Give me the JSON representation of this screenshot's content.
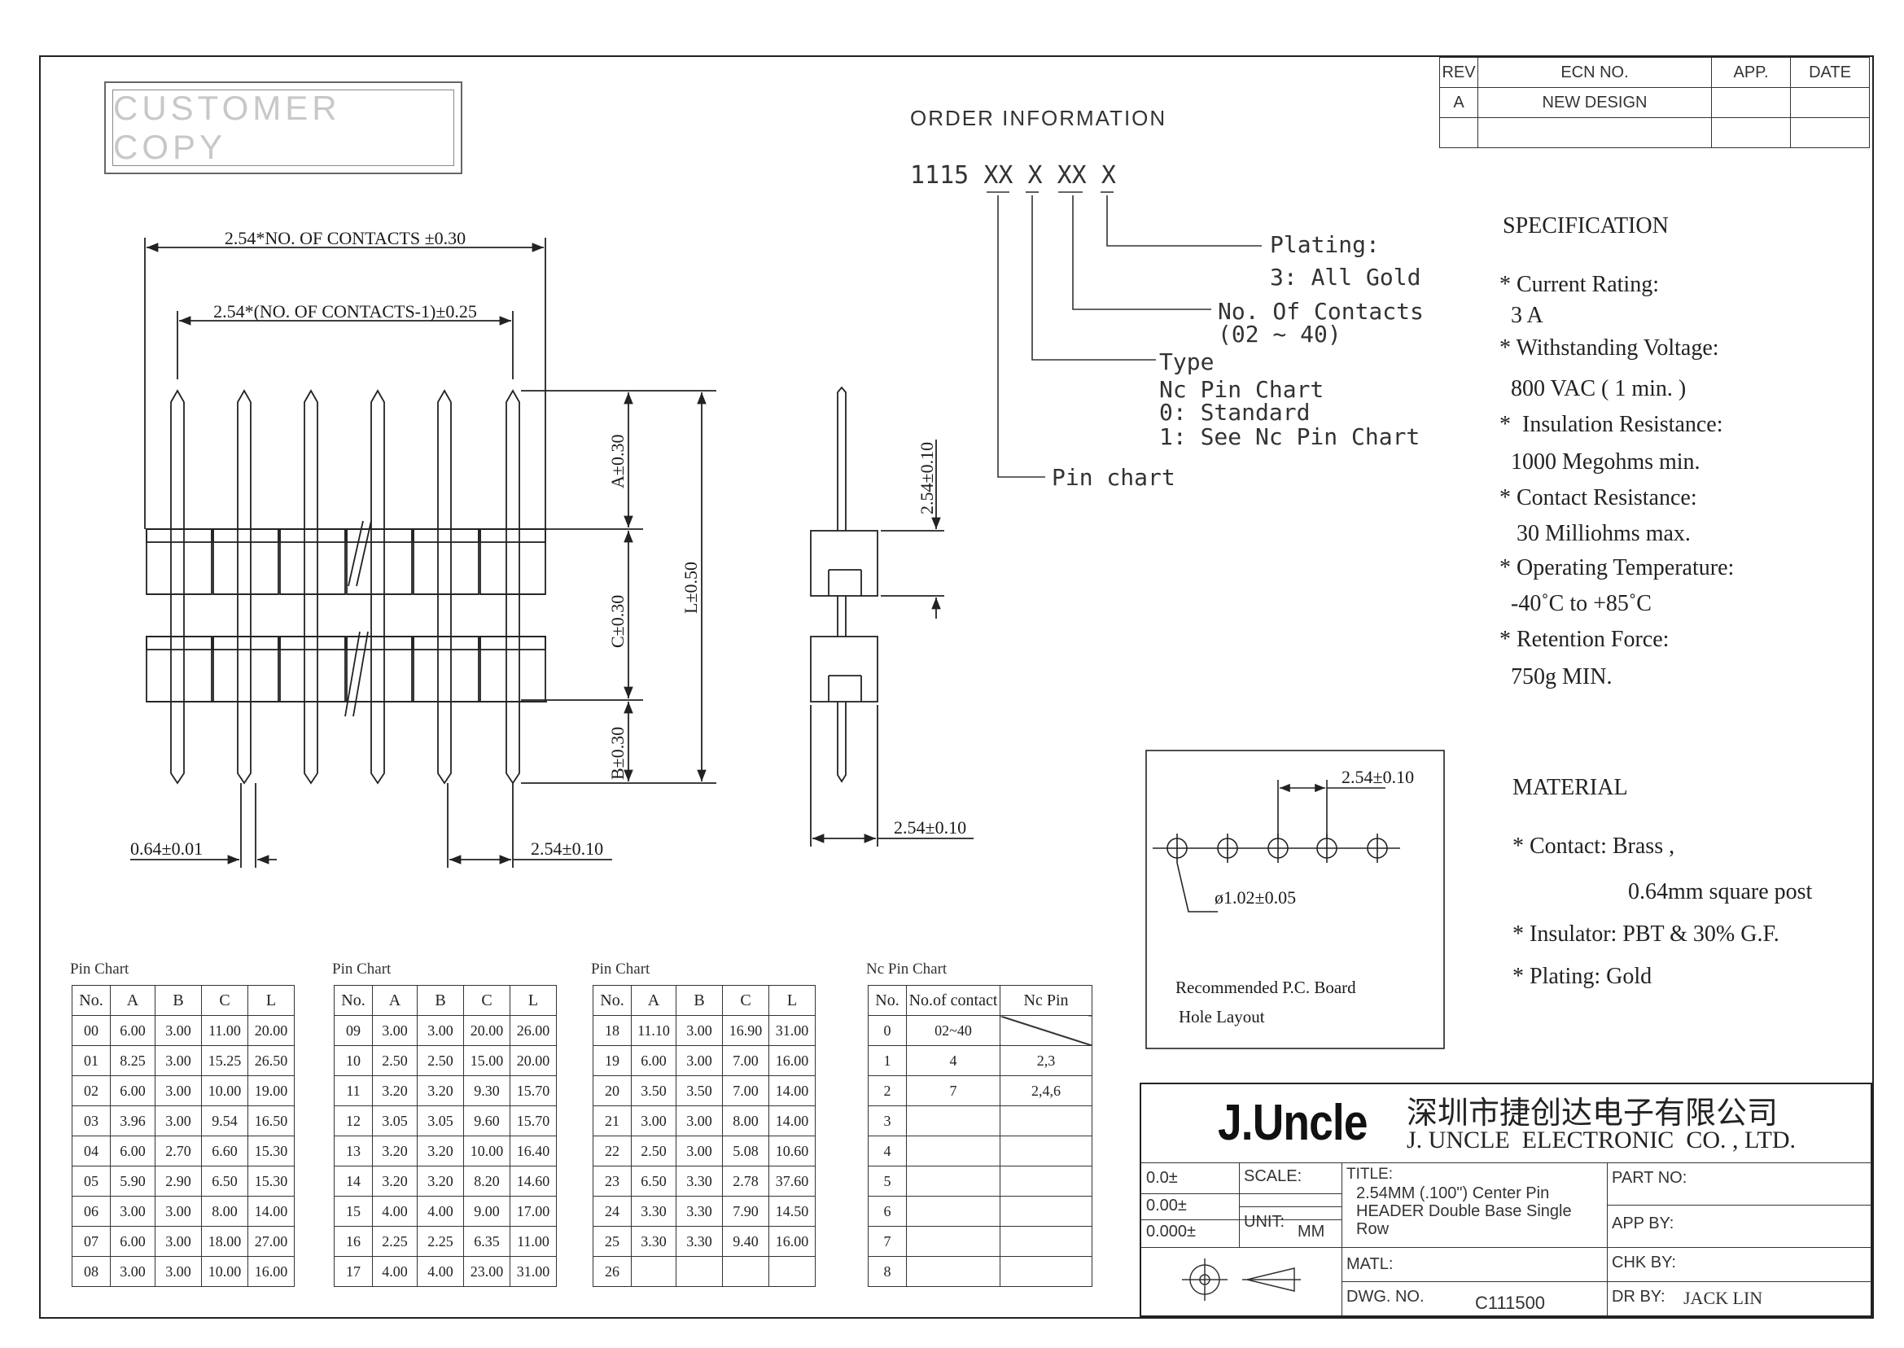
{
  "customer_copy": "CUSTOMER COPY",
  "revision": {
    "headers": [
      "REV",
      "ECN NO.",
      "APP.",
      "DATE"
    ],
    "rows": [
      [
        "A",
        "NEW DESIGN",
        "",
        ""
      ],
      [
        "",
        "",
        "",
        ""
      ]
    ]
  },
  "order_info": {
    "title": "ORDER INFORMATION",
    "part_prefix": "1115",
    "code_parts": [
      "XX",
      "X",
      "XX",
      "X"
    ],
    "plating_title": "Plating:",
    "plating_value": "3: All Gold",
    "contacts_title": "No. Of Contacts",
    "contacts_range": "(02 ~ 40)",
    "type_title": "Type",
    "type_lines": [
      "Nc Pin Chart",
      "0: Standard",
      "1: See Nc Pin Chart"
    ],
    "pin_chart": "Pin chart"
  },
  "specification": {
    "title": "SPECIFICATION",
    "lines": [
      "* Current Rating:",
      "  3 A",
      "* Withstanding Voltage:",
      "  800 VAC ( 1 min. )",
      "*  Insulation Resistance:",
      "  1000 Megohms min.",
      "* Contact Resistance:",
      "   30 Milliohms max.",
      "* Operating Temperature:",
      "  -40˚C to +85˚C",
      "* Retention Force:",
      "  750g MIN."
    ]
  },
  "material": {
    "title": "MATERIAL",
    "lines": [
      "* Contact: Brass ,",
      "0.64mm square post",
      "* Insulator: PBT & 30% G.F.",
      "* Plating: Gold"
    ]
  },
  "drawing": {
    "dim_overall": "2.54*NO. OF CONTACTS ±0.30",
    "dim_pitch_total": "2.54*(NO. OF CONTACTS-1)±0.25",
    "dim_a": "A±0.30",
    "dim_c": "C±0.30",
    "dim_b": "B±0.30",
    "dim_l": "L±0.50",
    "dim_post": "0.64±0.01",
    "dim_pitch": "2.54±0.10",
    "side_dim_top": "2.54±0.10",
    "side_dim_bottom": "2.54±0.10"
  },
  "pcb": {
    "pitch": "2.54±0.10",
    "hole": "ø1.02±0.05",
    "caption_1": "Recommended P.C. Board",
    "caption_2": "Hole Layout"
  },
  "pin_chart_1": {
    "title": "Pin Chart",
    "headers": [
      "No.",
      "A",
      "B",
      "C",
      "L"
    ],
    "rows": [
      [
        "00",
        "6.00",
        "3.00",
        "11.00",
        "20.00"
      ],
      [
        "01",
        "8.25",
        "3.00",
        "15.25",
        "26.50"
      ],
      [
        "02",
        "6.00",
        "3.00",
        "10.00",
        "19.00"
      ],
      [
        "03",
        "3.96",
        "3.00",
        "9.54",
        "16.50"
      ],
      [
        "04",
        "6.00",
        "2.70",
        "6.60",
        "15.30"
      ],
      [
        "05",
        "5.90",
        "2.90",
        "6.50",
        "15.30"
      ],
      [
        "06",
        "3.00",
        "3.00",
        "8.00",
        "14.00"
      ],
      [
        "07",
        "6.00",
        "3.00",
        "18.00",
        "27.00"
      ],
      [
        "08",
        "3.00",
        "3.00",
        "10.00",
        "16.00"
      ]
    ]
  },
  "pin_chart_2": {
    "title": "Pin Chart",
    "headers": [
      "No.",
      "A",
      "B",
      "C",
      "L"
    ],
    "rows": [
      [
        "09",
        "3.00",
        "3.00",
        "20.00",
        "26.00"
      ],
      [
        "10",
        "2.50",
        "2.50",
        "15.00",
        "20.00"
      ],
      [
        "11",
        "3.20",
        "3.20",
        "9.30",
        "15.70"
      ],
      [
        "12",
        "3.05",
        "3.05",
        "9.60",
        "15.70"
      ],
      [
        "13",
        "3.20",
        "3.20",
        "10.00",
        "16.40"
      ],
      [
        "14",
        "3.20",
        "3.20",
        "8.20",
        "14.60"
      ],
      [
        "15",
        "4.00",
        "4.00",
        "9.00",
        "17.00"
      ],
      [
        "16",
        "2.25",
        "2.25",
        "6.35",
        "11.00"
      ],
      [
        "17",
        "4.00",
        "4.00",
        "23.00",
        "31.00"
      ]
    ]
  },
  "pin_chart_3": {
    "title": "Pin Chart",
    "headers": [
      "No.",
      "A",
      "B",
      "C",
      "L"
    ],
    "rows": [
      [
        "18",
        "11.10",
        "3.00",
        "16.90",
        "31.00"
      ],
      [
        "19",
        "6.00",
        "3.00",
        "7.00",
        "16.00"
      ],
      [
        "20",
        "3.50",
        "3.50",
        "7.00",
        "14.00"
      ],
      [
        "21",
        "3.00",
        "3.00",
        "8.00",
        "14.00"
      ],
      [
        "22",
        "2.50",
        "3.00",
        "5.08",
        "10.60"
      ],
      [
        "23",
        "6.50",
        "3.30",
        "2.78",
        "37.60"
      ],
      [
        "24",
        "3.30",
        "3.30",
        "7.90",
        "14.50"
      ],
      [
        "25",
        "3.30",
        "3.30",
        "9.40",
        "16.00"
      ],
      [
        "26",
        "",
        "",
        "",
        ""
      ]
    ]
  },
  "nc_pin_chart": {
    "title": "Nc Pin Chart",
    "headers": [
      "No.",
      "No.of contact",
      "Nc Pin"
    ],
    "rows": [
      [
        "0",
        "02~40",
        ""
      ],
      [
        "1",
        "4",
        "2,3"
      ],
      [
        "2",
        "7",
        "2,4,6"
      ],
      [
        "3",
        "",
        ""
      ],
      [
        "4",
        "",
        ""
      ],
      [
        "5",
        "",
        ""
      ],
      [
        "6",
        "",
        ""
      ],
      [
        "7",
        "",
        ""
      ],
      [
        "8",
        "",
        ""
      ]
    ]
  },
  "title_block": {
    "logo": "J.Uncle",
    "company_cn": "深圳市捷创达电子有限公司",
    "company_en": "J. UNCLE  ELECTRONIC  CO. , LTD.",
    "tol_1": "0.0±",
    "tol_2": "0.00±",
    "tol_3": "0.000±",
    "scale_label": "SCALE:",
    "unit_label": "UNIT:",
    "unit_value": "MM",
    "title_label": "TITLE:",
    "title_line_1": "2.54MM (.100\") Center Pin",
    "title_line_2": "HEADER Double Base Single",
    "title_line_3": "Row",
    "matl_label": "MATL:",
    "dwg_label": "DWG. NO.",
    "dwg_value": "C111500",
    "part_label": "PART NO:",
    "app_label": "APP BY:",
    "chk_label": "CHK BY:",
    "dr_label": "DR BY:",
    "dr_value": "JACK LIN"
  }
}
